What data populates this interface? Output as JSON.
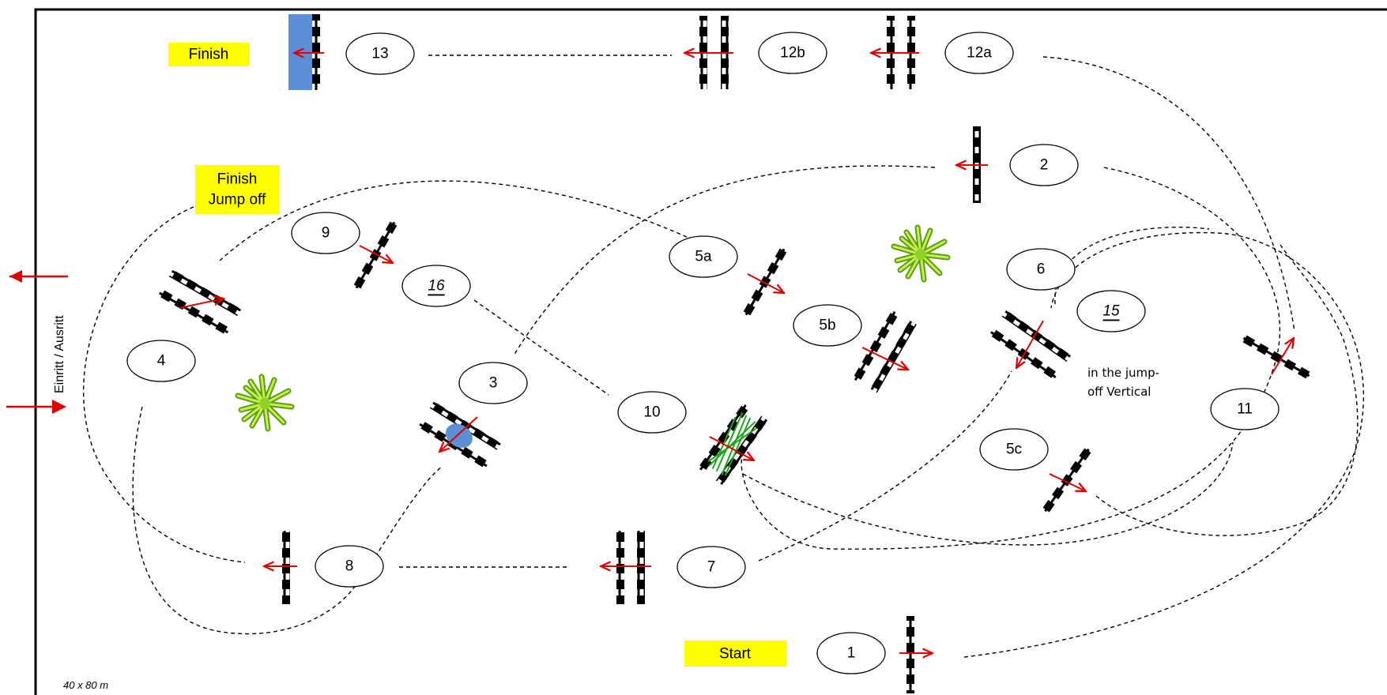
{
  "arena": {
    "entry_label": "Einritt / Ausritt",
    "size_label": "40 x 80 m"
  },
  "labels": {
    "finish": "Finish",
    "finish_jumpoff_line1": "Finish",
    "finish_jumpoff_line2": "Jump off",
    "start": "Start",
    "jumpoff_note_line1": "in the jump-",
    "jumpoff_note_line2": "off Vertical"
  },
  "obstacles": {
    "n1": "1",
    "n2": "2",
    "n3": "3",
    "n4": "4",
    "n5a": "5a",
    "n5b": "5b",
    "n5c": "5c",
    "n6": "6",
    "n7": "7",
    "n8": "8",
    "n9": "9",
    "n10": "10",
    "n11": "11",
    "n12a": "12a",
    "n12b": "12b",
    "n13": "13",
    "n15": "15",
    "n16": "16"
  },
  "colors": {
    "label_bg": "#ffff00",
    "arrow": "#e00000",
    "water": "#5b8fd6",
    "plant": "#7bc21c"
  }
}
